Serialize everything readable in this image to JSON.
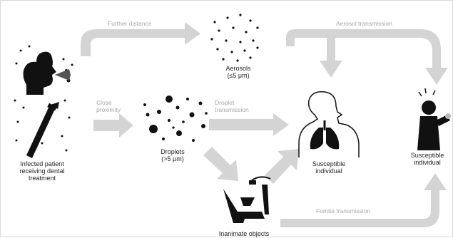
{
  "flow_labels": {
    "further_distance": "Further distance",
    "close_proximity": "Close\nproximity",
    "droplet_transmission": "Droplet\ntransmission",
    "aerosol_transmission": "Aerosol transmission",
    "fomite_transmission": "Fomite transmission"
  },
  "nodes": {
    "infected_patient": "Infected patient\nreceiving dental\ntreatment",
    "aerosols_title": "Aerosols",
    "aerosols_size": "(≤5 μm)",
    "droplets_title": "Droplets",
    "droplets_size": "(>5 μm)",
    "susceptible_center": "Susceptible\nindividual",
    "susceptible_right": "Susceptible\nindividual",
    "inanimate_objects": "Inanimate objects"
  },
  "colors": {
    "arrow": "#d4d4d4",
    "flow_text": "#a8a8a8",
    "ink": "#111111"
  },
  "icons": [
    "sneezing-head-icon",
    "dental-handpiece-icon",
    "lungs-icon",
    "coughing-person-icon",
    "dental-chair-icon"
  ]
}
